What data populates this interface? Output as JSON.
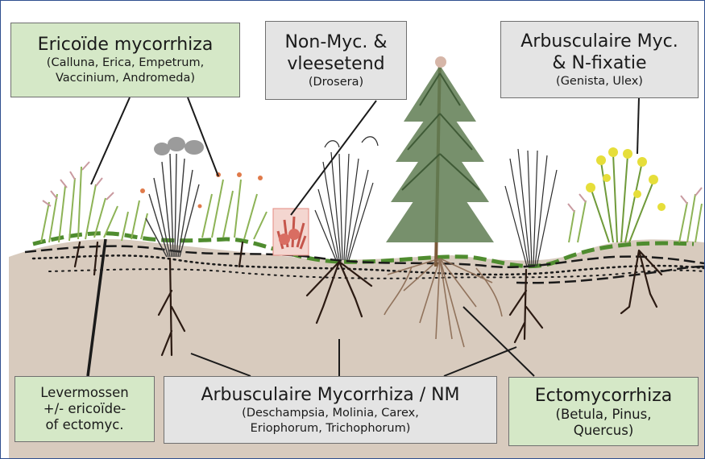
{
  "colors": {
    "soil": "#d8cbbe",
    "green_box": "#d5e8c7",
    "grey_box": "#e4e4e4",
    "moss_line": "#4f8c2f",
    "root": "#2b1a12",
    "frame": "#2f4f8f"
  },
  "labels": {
    "ericoid": {
      "title": "Ericoïde mycorrhiza",
      "detail_1": "(Calluna, Erica, Empetrum,",
      "detail_2": "Vaccinium, Andromeda)"
    },
    "nonmyc": {
      "title_1": "Non-Myc. &",
      "title_2": "vleesetend",
      "detail": "(Drosera)"
    },
    "arbusc_nfix": {
      "title_1": "Arbusculaire Myc.",
      "title_2": "& N-fixatie",
      "detail": "(Genista, Ulex)"
    },
    "levermos": {
      "line_1": "Levermossen",
      "line_2": "+/- ericoïde-",
      "line_3": "of ectomyc."
    },
    "arbusc_nm": {
      "title": "Arbusculaire Mycorrhiza / NM",
      "detail_1": "(Deschampsia, Molinia, Carex,",
      "detail_2": "Eriophorum, Trichophorum)"
    },
    "ecto": {
      "title": "Ectomycorrhiza",
      "detail_1": "(Betula, Pinus,",
      "detail_2": "Quercus)"
    }
  }
}
